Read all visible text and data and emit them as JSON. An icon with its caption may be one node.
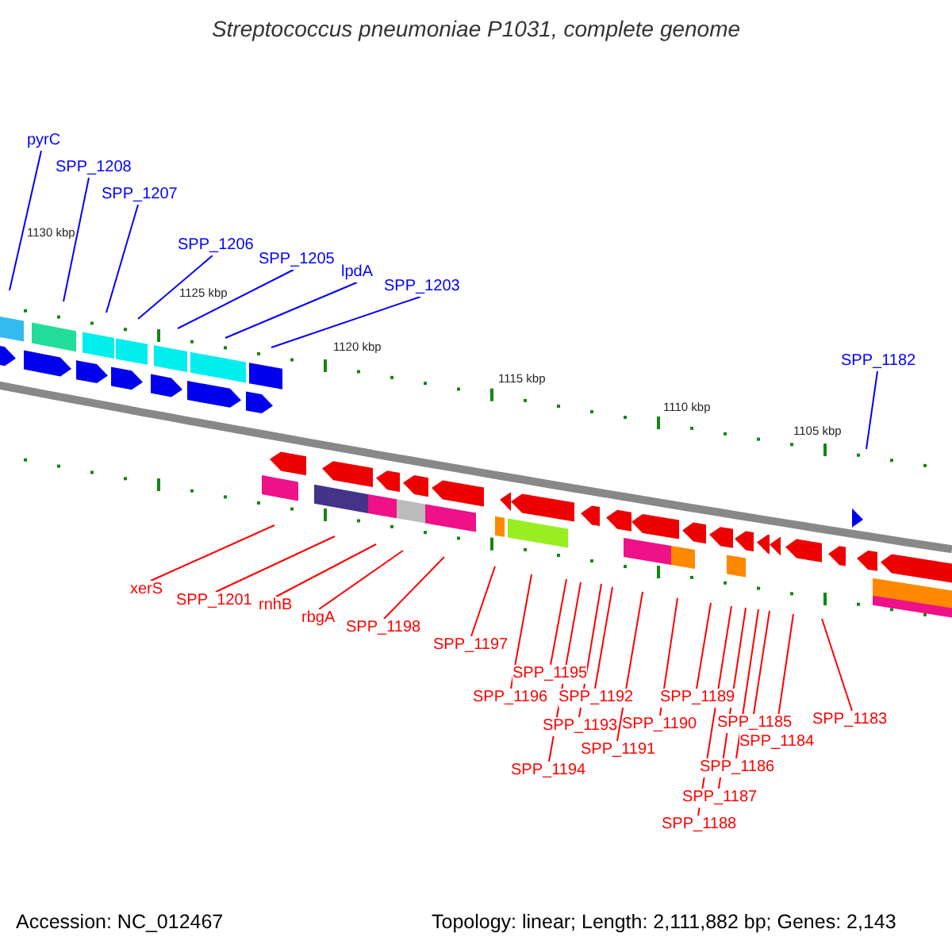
{
  "diagram": {
    "title": "Streptococcus pneumoniae P1031, complete genome",
    "nodes": [
      {
        "text": [
          "pyrC"
        ]
      },
      {
        "text": [
          "SPP_1208"
        ]
      },
      {
        "text": [
          "SPP_1207"
        ]
      },
      {
        "text": [
          "SPP_1206"
        ]
      },
      {
        "text": [
          "SPP_1205"
        ]
      },
      {
        "text": [
          "lpdA"
        ]
      },
      {
        "text": [
          "SPP_1203"
        ]
      },
      {
        "text": [
          "SPP_1182"
        ]
      },
      {
        "text": [
          "xerS"
        ]
      },
      {
        "text": [
          "SPP_1201"
        ]
      },
      {
        "text": [
          "rnhB"
        ]
      },
      {
        "text": [
          "rbgA"
        ]
      },
      {
        "text": [
          "SPP_1198"
        ]
      },
      {
        "text": [
          "SPP_1197"
        ]
      },
      {
        "text": [
          "SPP_1196"
        ]
      },
      {
        "text": [
          "SPP_1195"
        ]
      },
      {
        "text": [
          "SPP_1194"
        ]
      },
      {
        "text": [
          "SPP_1193"
        ]
      },
      {
        "text": [
          "SPP_1192"
        ]
      },
      {
        "text": [
          "SPP_1191"
        ]
      },
      {
        "text": [
          "SPP_1190"
        ]
      },
      {
        "text": [
          "SPP_1189"
        ]
      },
      {
        "text": [
          "SPP_1188"
        ]
      },
      {
        "text": [
          "SPP_1187"
        ]
      },
      {
        "text": [
          "SPP_1186"
        ]
      },
      {
        "text": [
          "SPP_1185"
        ]
      },
      {
        "text": [
          "SPP_1184"
        ]
      },
      {
        "text": [
          "SPP_1183"
        ]
      }
    ],
    "edges": [
      {
        "from": 0,
        "to": null,
        "arrow": "none",
        "color": "#0000ff"
      },
      {
        "from": 1,
        "to": null,
        "arrow": "none",
        "color": "#0000ff"
      },
      {
        "from": 2,
        "to": null,
        "arrow": "none",
        "color": "#0000ff"
      },
      {
        "from": 3,
        "to": null,
        "arrow": "none",
        "color": "#0000ff"
      },
      {
        "from": 4,
        "to": null,
        "arrow": "none",
        "color": "#0000ff"
      },
      {
        "from": 5,
        "to": null,
        "arrow": "none",
        "color": "#0000ff"
      },
      {
        "from": 6,
        "to": null,
        "arrow": "none",
        "color": "#0000ff"
      },
      {
        "from": 7,
        "to": null,
        "arrow": "none",
        "color": "#0000ff"
      },
      {
        "from": 8,
        "to": null,
        "arrow": "none"
      },
      {
        "from": 9,
        "to": null,
        "arrow": "none"
      },
      {
        "from": 10,
        "to": null,
        "arrow": "none"
      },
      {
        "from": 11,
        "to": null,
        "arrow": "none"
      },
      {
        "from": 12,
        "to": null,
        "arrow": "none"
      },
      {
        "from": 13,
        "to": null,
        "arrow": "none"
      },
      {
        "from": 14,
        "to": null,
        "arrow": "none"
      },
      {
        "from": 15,
        "to": null,
        "arrow": "none"
      },
      {
        "from": 16,
        "to": null,
        "arrow": "none"
      },
      {
        "from": 17,
        "to": null,
        "arrow": "none"
      },
      {
        "from": 18,
        "to": null,
        "arrow": "none"
      },
      {
        "from": 19,
        "to": null,
        "arrow": "none"
      },
      {
        "from": 20,
        "to": null,
        "arrow": "none"
      },
      {
        "from": 21,
        "to": null,
        "arrow": "none"
      },
      {
        "from": 22,
        "to": null,
        "arrow": "none"
      },
      {
        "from": 23,
        "to": null,
        "arrow": "none"
      },
      {
        "from": 24,
        "to": null,
        "arrow": "none"
      },
      {
        "from": 25,
        "to": null,
        "arrow": "none"
      },
      {
        "from": 26,
        "to": null,
        "arrow": "none"
      },
      {
        "from": 27,
        "to": null,
        "arrow": "none"
      }
    ],
    "labels": [
      "1130 kbp",
      "1125 kbp",
      "1120 kbp",
      "1115 kbp",
      "1110 kbp",
      "1105 kbp",
      "Accession: NC_012467",
      "Topology: linear; Length: 2,111,882 bp; Genes: 2,143"
    ]
  }
}
